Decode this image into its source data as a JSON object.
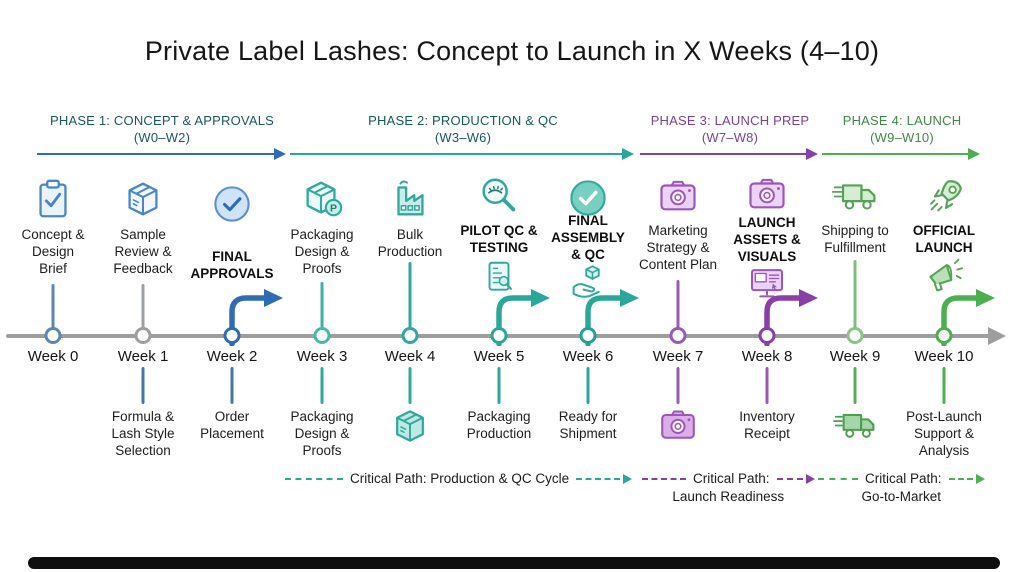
{
  "title": "Private Label Lashes: Concept to Launch in X Weeks (4–10)",
  "phases": [
    {
      "name": "PHASE 1: CONCEPT & APPROVALS",
      "range": "(W0–W2)",
      "text_color": "#1a5766",
      "arrow_color": "#2e6db4"
    },
    {
      "name": "PHASE 2: PRODUCTION & QC",
      "range": "(W3–W6)",
      "text_color": "#135a57",
      "arrow_color": "#2aa79b"
    },
    {
      "name": "PHASE 3: LAUNCH PREP",
      "range": "(W7–W8)",
      "text_color": "#7d3f98",
      "arrow_color": "#8a3fa8"
    },
    {
      "name": "PHASE 4: LAUNCH",
      "range": "(W9–W10)",
      "text_color": "#3d8b44",
      "arrow_color": "#4caf50"
    }
  ],
  "week_labels": [
    "Week 0",
    "Week 1",
    "Week 2",
    "Week 3",
    "Week 4",
    "Week 5",
    "Week 6",
    "Week 7",
    "Week 8",
    "Week 9",
    "Week 10"
  ],
  "top_items": [
    {
      "week": "Week 0",
      "label": "Concept &\nDesign\nBrief",
      "icon": "clipboard-check-icon",
      "milestone": false
    },
    {
      "week": "Week 1",
      "label": "Sample\nReview &\nFeedback",
      "icon": "package-box-icon",
      "milestone": false
    },
    {
      "week": "Week 2",
      "label": "FINAL\nAPPROVALS",
      "icon": "approval-check-circle-icon",
      "milestone": true
    },
    {
      "week": "Week 3",
      "label": "Packaging\nDesign &\nProofs",
      "icon": "package-proofs-icon",
      "milestone": false
    },
    {
      "week": "Week 4",
      "label": "Bulk\nProduction",
      "icon": "factory-icon",
      "milestone": false
    },
    {
      "week": "Week 5",
      "label": "PILOT QC &\nTESTING",
      "icon": "qc-magnifier-icon",
      "icon2": "qc-checklist-icon",
      "milestone": true
    },
    {
      "week": "Week 6",
      "label": "FINAL\nASSEMBLY\n& QC",
      "icon": "assembly-check-circle-icon",
      "icon2": "hand-box-icon",
      "milestone": true
    },
    {
      "week": "Week 7",
      "label": "Marketing\nStrategy &\nContent Plan",
      "icon": "camera-icon",
      "milestone": false
    },
    {
      "week": "Week 8",
      "label": "LAUNCH\nASSETS &\nVISUALS",
      "icon": "camera-icon",
      "icon2": "monitor-visuals-icon",
      "milestone": true
    },
    {
      "week": "Week 9",
      "label": "Shipping to\nFulfillment",
      "icon": "delivery-truck-icon",
      "milestone": false
    },
    {
      "week": "Week 10",
      "label": "OFFICIAL\nLAUNCH",
      "icon": "rocket-icon",
      "icon2": "megaphone-icon",
      "milestone": true
    }
  ],
  "bottom_items": [
    {
      "week": "Week 1",
      "label": "Formula &\nLash Style\nSelection"
    },
    {
      "week": "Week 2",
      "label": "Order\nPlacement"
    },
    {
      "week": "Week 3",
      "label": "Packaging\nDesign &\nProofs"
    },
    {
      "week": "Week 4",
      "icon": "package-box-icon"
    },
    {
      "week": "Week 5",
      "label": "Packaging\nProduction"
    },
    {
      "week": "Week 6",
      "label": "Ready for\nShipment"
    },
    {
      "week": "Week 7",
      "icon": "camera-icon"
    },
    {
      "week": "Week 8",
      "label": "Inventory\nReceipt"
    },
    {
      "week": "Week 9",
      "icon": "delivery-truck-icon"
    },
    {
      "week": "Week 10",
      "label": "Post-Launch\nSupport &\nAnalysis"
    }
  ],
  "critical_paths": [
    {
      "line1": "Critical Path: Production & QC Cycle",
      "line2": "",
      "color": "#2aa79b"
    },
    {
      "line1": "Critical Path:",
      "line2": "Launch Readiness",
      "color": "#8a3fa8"
    },
    {
      "line1": "Critical Path:",
      "line2": "Go-to-Market",
      "color": "#4caf50"
    }
  ],
  "timeline": {
    "axis_color": "#9e9e9e",
    "dot_colors": [
      "#5b87b0",
      "#9e9e9e",
      "#2e6db4",
      "#49b8aa",
      "#2fa89e",
      "#2aa79b",
      "#21a096",
      "#9b59b6",
      "#8a3fa8",
      "#85c585",
      "#4caf50"
    ]
  },
  "footer_bar": {
    "color": "#0f0f0f"
  }
}
